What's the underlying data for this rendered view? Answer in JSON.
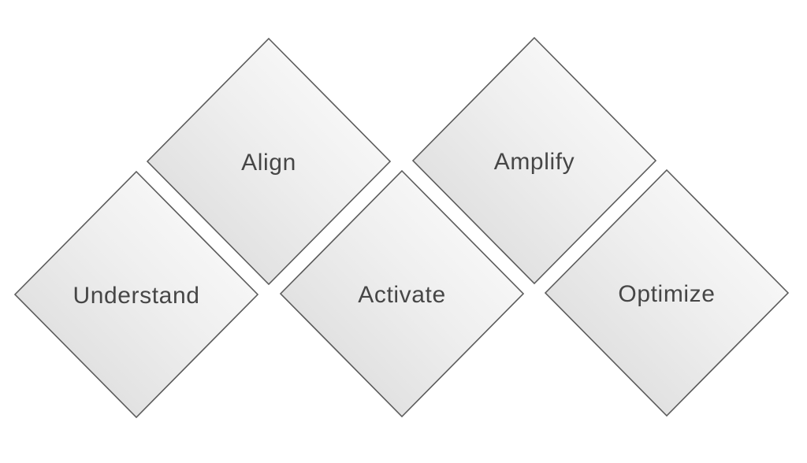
{
  "diagram": {
    "background": "#ffffff",
    "colors": {
      "gradient_start": "#d7d7d7",
      "gradient_mid": "#efefef",
      "gradient_end": "#ffffff",
      "border": "#5b5b5b",
      "text": "#464646"
    },
    "top_row": [
      {
        "label": "Align"
      },
      {
        "label": "Amplify"
      }
    ],
    "bottom_row": [
      {
        "label": "Understand"
      },
      {
        "label": "Activate"
      },
      {
        "label": "Optimize"
      }
    ]
  }
}
